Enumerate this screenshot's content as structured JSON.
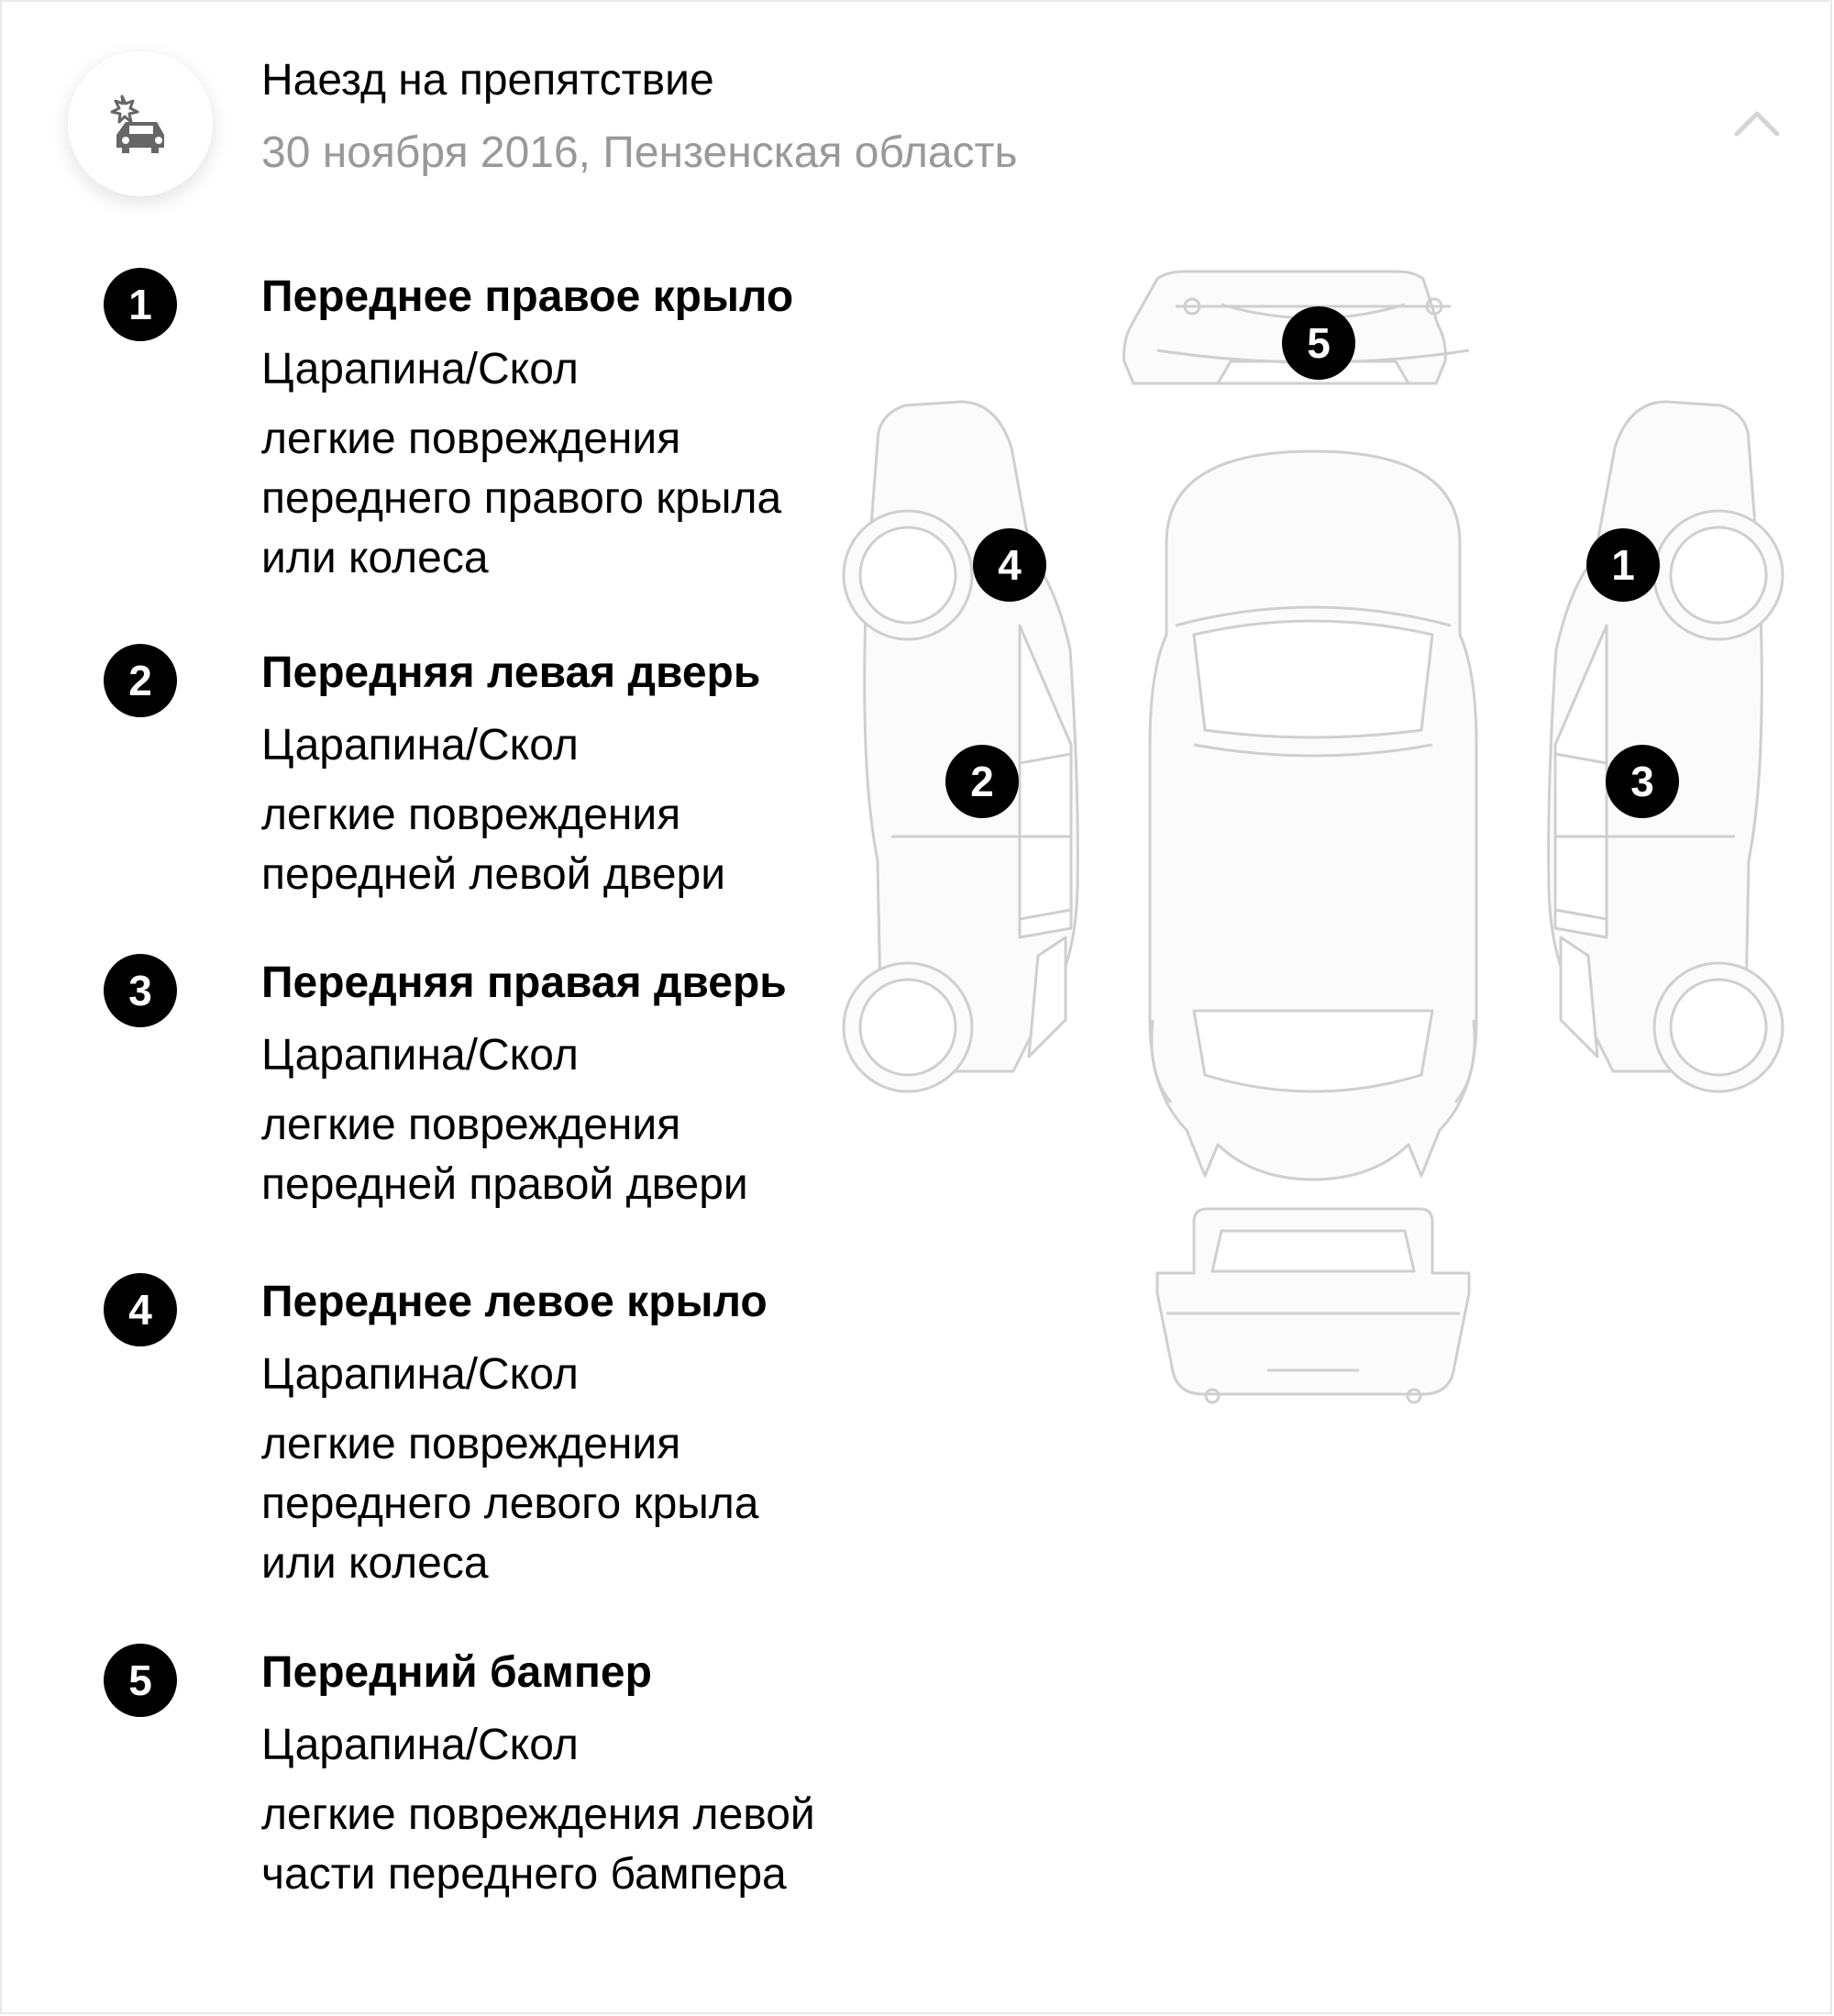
{
  "header": {
    "title": "Наезд на препятствие",
    "subtitle": "30 ноября 2016, Пензенская область",
    "icon": "car-crash-icon",
    "collapse_icon": "chevron-up-icon"
  },
  "damages": [
    {
      "number": "1",
      "title": "Переднее правое крыло",
      "type": "Царапина/Скол",
      "description": "легкие повреждения переднего правого крыла или колеса"
    },
    {
      "number": "2",
      "title": "Передняя левая дверь",
      "type": "Царапина/Скол",
      "description": "легкие повреждения передней левой двери"
    },
    {
      "number": "3",
      "title": "Передняя правая дверь",
      "type": "Царапина/Скол",
      "description": "легкие повреждения передней правой двери"
    },
    {
      "number": "4",
      "title": "Переднее левое крыло",
      "type": "Царапина/Скол",
      "description": "легкие повреждения переднего левого крыла или колеса"
    },
    {
      "number": "5",
      "title": "Передний бампер",
      "type": "Царапина/Скол",
      "description": "легкие повреждения левой части переднего бампера"
    }
  ],
  "diagram_markers": [
    "5",
    "4",
    "1",
    "2",
    "3"
  ],
  "colors": {
    "badge": "#000000",
    "subtitle": "#999999",
    "outline": "#cfcfcf"
  }
}
